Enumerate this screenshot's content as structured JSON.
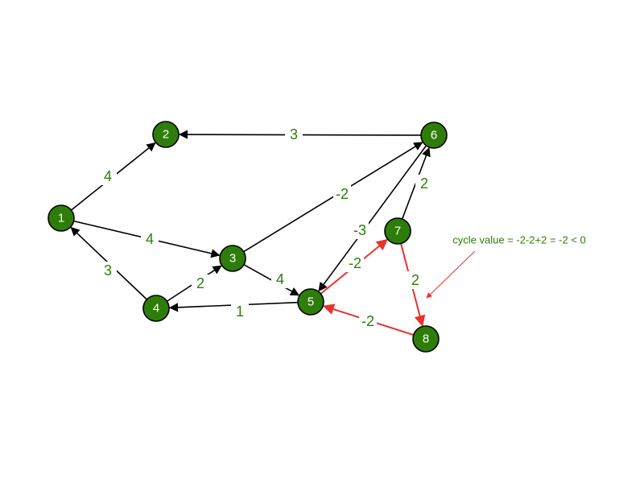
{
  "colors": {
    "node_fill": "#2e7d0a",
    "edge_normal": "#000000",
    "edge_cycle": "#e8322e",
    "label_green": "#2e7d0a"
  },
  "nodes": [
    {
      "id": "1",
      "label": "1"
    },
    {
      "id": "2",
      "label": "2"
    },
    {
      "id": "3",
      "label": "3"
    },
    {
      "id": "4",
      "label": "4"
    },
    {
      "id": "5",
      "label": "5"
    },
    {
      "id": "6",
      "label": "6"
    },
    {
      "id": "7",
      "label": "7"
    },
    {
      "id": "8",
      "label": "8"
    }
  ],
  "edges": [
    {
      "from": "1",
      "to": "2",
      "weight": "4",
      "in_cycle": false
    },
    {
      "from": "1",
      "to": "3",
      "weight": "4",
      "in_cycle": false
    },
    {
      "from": "4",
      "to": "1",
      "weight": "3",
      "in_cycle": false
    },
    {
      "from": "4",
      "to": "3",
      "weight": "2",
      "in_cycle": false
    },
    {
      "from": "3",
      "to": "5",
      "weight": "4",
      "in_cycle": false
    },
    {
      "from": "5",
      "to": "4",
      "weight": "1",
      "in_cycle": false
    },
    {
      "from": "6",
      "to": "2",
      "weight": "3",
      "in_cycle": false
    },
    {
      "from": "3",
      "to": "6",
      "weight": "-2",
      "in_cycle": false
    },
    {
      "from": "6",
      "to": "5",
      "weight": "-3",
      "in_cycle": false
    },
    {
      "from": "7",
      "to": "6",
      "weight": "2",
      "in_cycle": false
    },
    {
      "from": "5",
      "to": "7",
      "weight": "-2",
      "in_cycle": true
    },
    {
      "from": "7",
      "to": "8",
      "weight": "2",
      "in_cycle": true
    },
    {
      "from": "8",
      "to": "5",
      "weight": "-2",
      "in_cycle": true
    }
  ],
  "annotation": {
    "text": "cycle value = -2-2+2 = -2 < 0"
  }
}
